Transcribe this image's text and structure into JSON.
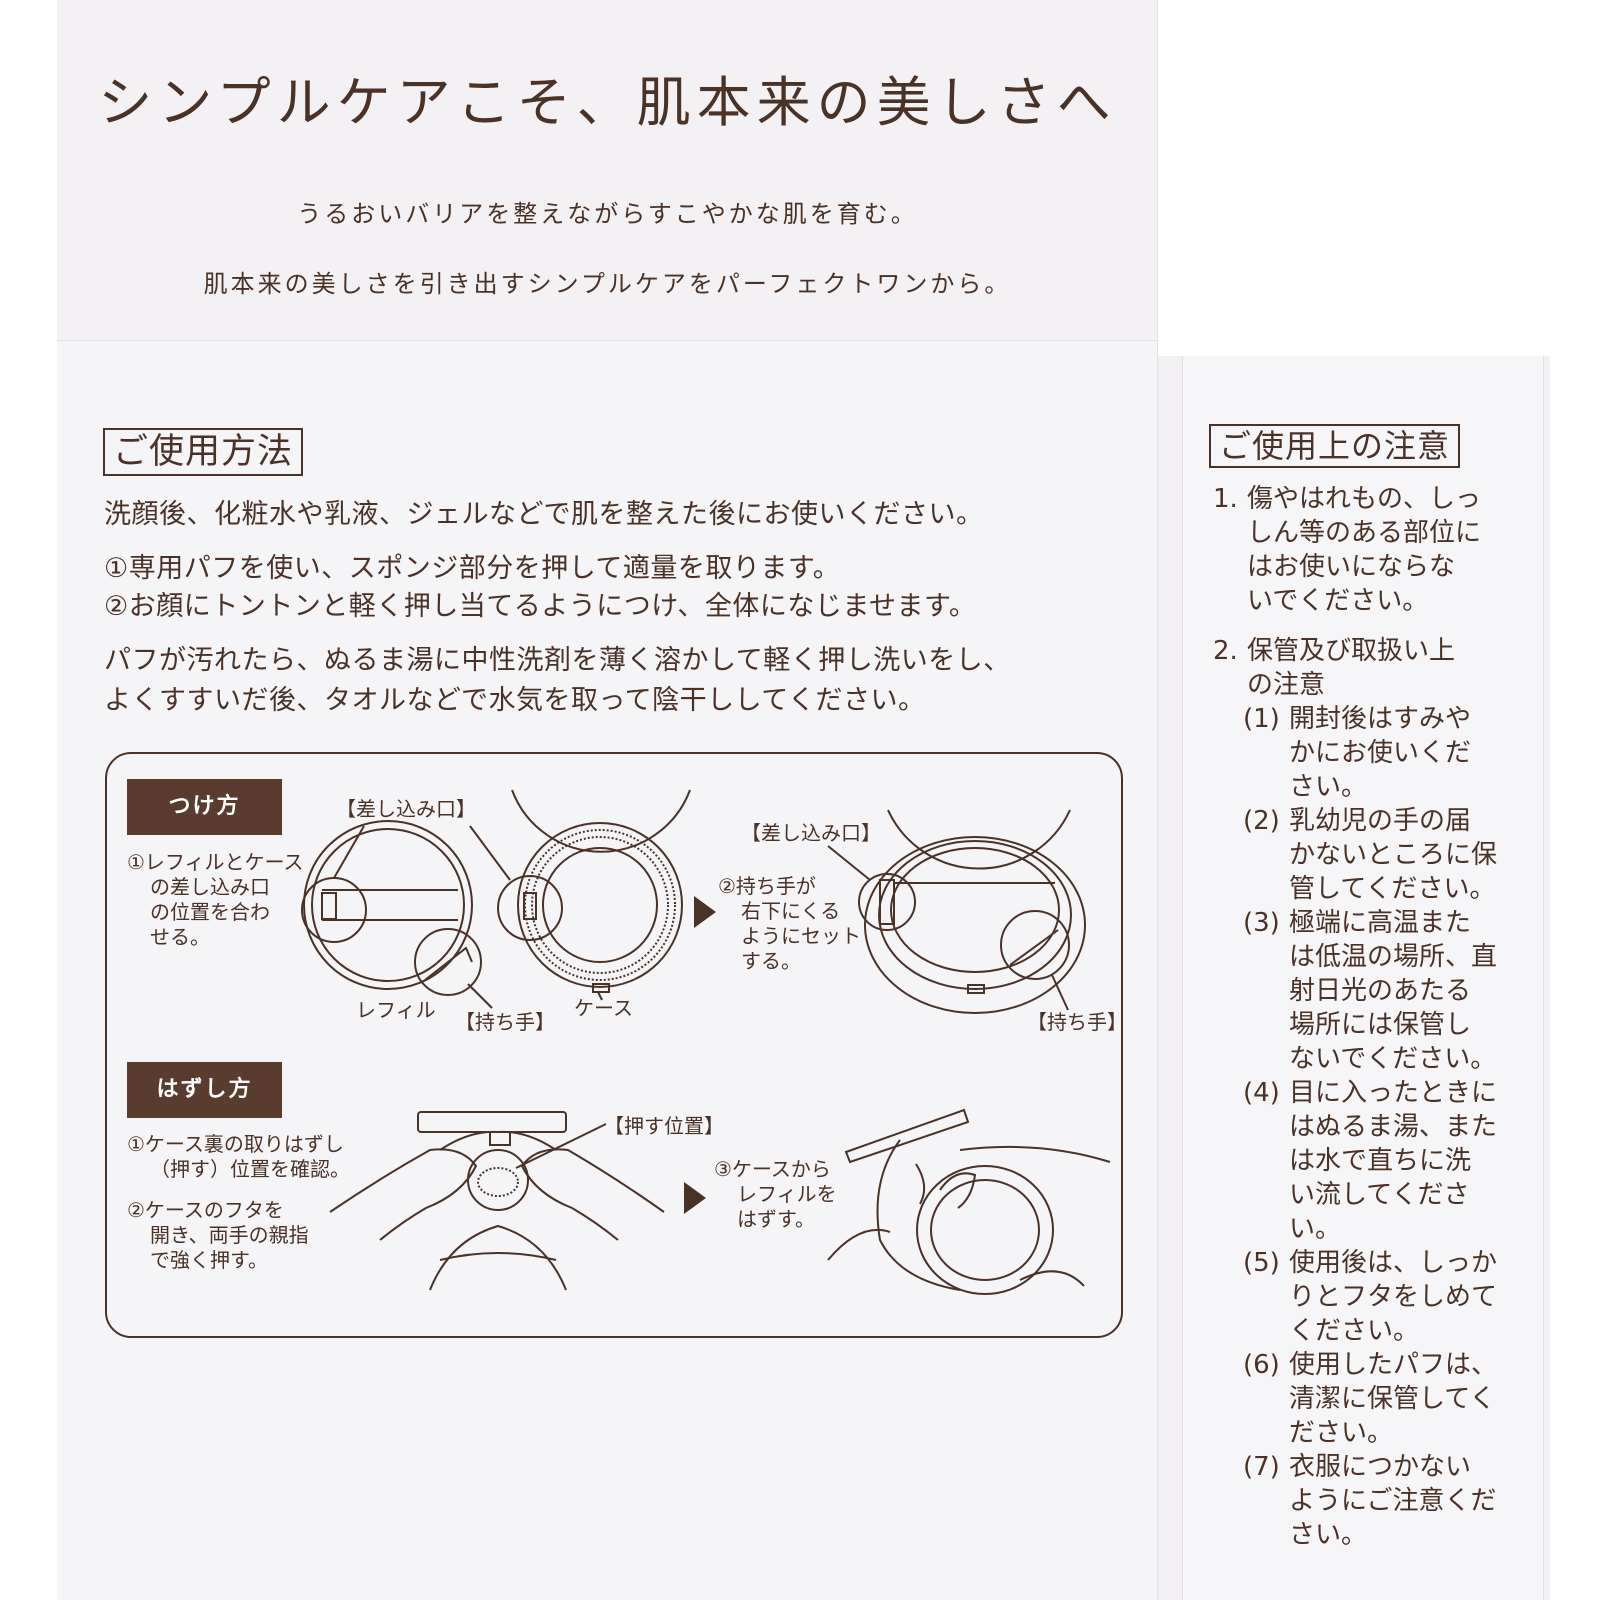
{
  "headline": "シンプルケアこそ、肌本来の美しさへ",
  "taglines": [
    "うるおいバリアを整えながらすこやかな肌を育む。",
    "肌本来の美しさを引き出すシンプルケアをパーフェクトワンから。"
  ],
  "usage": {
    "heading": "ご使用方法",
    "intro": "洗顔後、化粧水や乳液、ジェルなどで肌を整えた後にお使いください。",
    "steps": [
      "①専用パフを使い、スポンジ部分を押して適量を取ります。",
      "②お顔にトントンと軽く押し当てるようにつけ、全体になじませます。"
    ],
    "care": [
      "パフが汚れたら、ぬるま湯に中性洗剤を薄く溶かして軽く押し洗いをし、",
      "よくすすいだ後、タオルなどで水気を取って陰干ししてください。"
    ]
  },
  "diagram": {
    "attach": {
      "label": "つけ方",
      "step1": [
        "①レフィルとケース",
        "の差し込み口",
        "の位置を合わ",
        "せる。"
      ],
      "step2": [
        "②持ち手が",
        "右下にくる",
        "ようにセット",
        "する。"
      ],
      "labels": {
        "insert_a": "【差し込み口】",
        "insert_b": "【差し込み口】",
        "refill": "レフィル",
        "handle_a": "【持ち手】",
        "case": "ケース",
        "handle_b": "【持ち手】"
      }
    },
    "remove": {
      "label": "はずし方",
      "step1": [
        "①ケース裏の取りはずし",
        "（押す）位置を確認。"
      ],
      "step2": [
        "②ケースのフタを",
        "開き、両手の親指",
        "で強く押す。"
      ],
      "step3": [
        "③ケースから",
        "レフィルを",
        "はずす。"
      ],
      "labels": {
        "press": "【押す位置】"
      }
    }
  },
  "caution": {
    "heading": "ご使用上の注意",
    "item1_num": "1.",
    "item1": [
      "傷やはれもの、しっ",
      "しん等のある部位に",
      "はお使いにならな",
      "いでください。"
    ],
    "item2_num": "2.",
    "item2": [
      "保管及び取扱い上",
      "の注意"
    ],
    "subs": [
      {
        "num": "(1)",
        "lines": [
          "開封後はすみや",
          "かにお使いくだ",
          "さい。"
        ]
      },
      {
        "num": "(2)",
        "lines": [
          "乳幼児の手の届",
          "かないところに保",
          "管してください。"
        ]
      },
      {
        "num": "(3)",
        "lines": [
          "極端に高温また",
          "は低温の場所、直",
          "射日光のあたる",
          "場所には保管し",
          "ないでください。"
        ]
      },
      {
        "num": "(4)",
        "lines": [
          "目に入ったときに",
          "はぬるま湯、また",
          "は水で直ちに洗",
          "い流してください。"
        ]
      },
      {
        "num": "(5)",
        "lines": [
          "使用後は、しっか",
          "りとフタをしめて",
          "ください。"
        ]
      },
      {
        "num": "(6)",
        "lines": [
          "使用したパフは、",
          "清潔に保管してく",
          "ださい。"
        ]
      },
      {
        "num": "(7)",
        "lines": [
          "衣服につかない",
          "ようにご注意くだ",
          "さい。"
        ]
      }
    ]
  },
  "colors": {
    "ink": "#4a3227",
    "label_bg": "#5a3c2e",
    "panel": "#f5f4f7"
  }
}
